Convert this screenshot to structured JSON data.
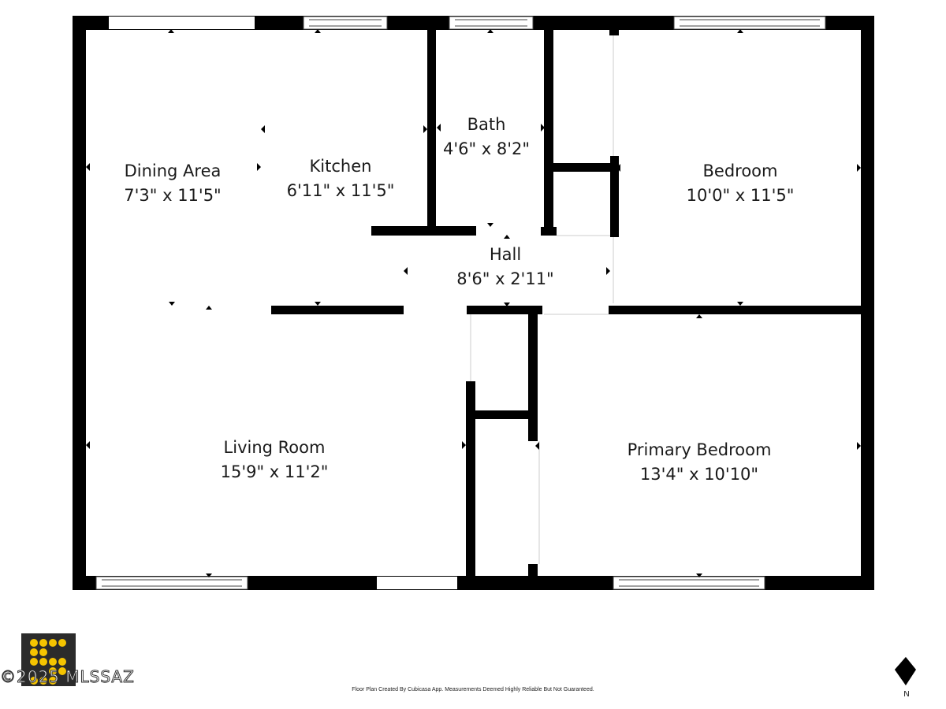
{
  "rooms": [
    {
      "id": "dining",
      "name": "Dining Area",
      "dims": "7'3\" x 11'5\""
    },
    {
      "id": "kitchen",
      "name": "Kitchen",
      "dims": "6'11\" x 11'5\""
    },
    {
      "id": "bath",
      "name": "Bath",
      "dims": "4'6\" x 8'2\""
    },
    {
      "id": "bedroom",
      "name": "Bedroom",
      "dims": "10'0\" x 11'5\""
    },
    {
      "id": "hall",
      "name": "Hall",
      "dims": "8'6\" x 2'11\""
    },
    {
      "id": "living",
      "name": "Living Room",
      "dims": "15'9\" x 11'2\""
    },
    {
      "id": "primary",
      "name": "Primary Bedroom",
      "dims": "13'4\" x 10'10\""
    }
  ],
  "footer": {
    "disclaimer": "Floor Plan Created By Cubicasa App. Measurements Deemed Highly Reliable But Not Guaranteed."
  },
  "watermark": {
    "text": "©2025 MLSSAZ"
  },
  "compass": {
    "label": "N",
    "icon": "north-arrow-icon"
  },
  "colors": {
    "wall": "#000000",
    "background": "#ffffff",
    "logo_bg": "#2b2b2b",
    "logo_dots": "#f5c400"
  }
}
